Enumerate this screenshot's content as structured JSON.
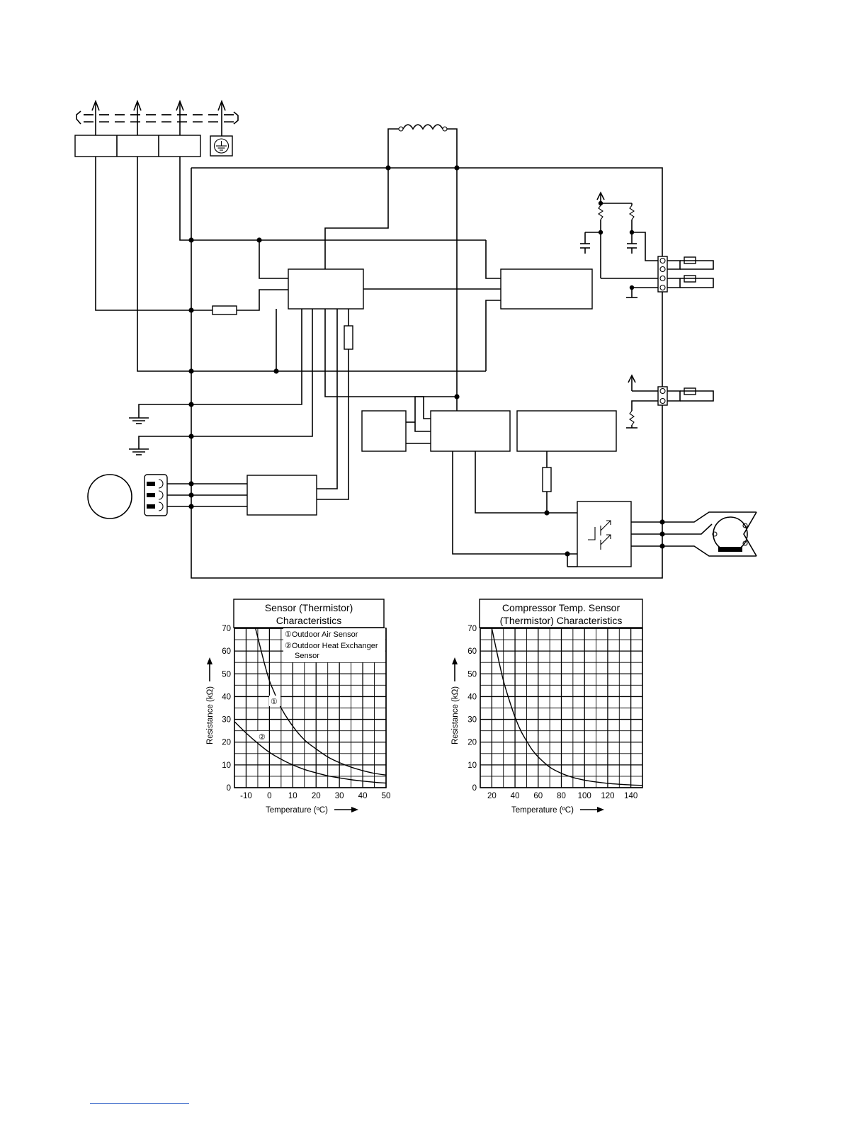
{
  "colors": {
    "ink": "#000000",
    "footer_rule": "#1a4fc0"
  },
  "chart_data": [
    {
      "type": "line",
      "title": "Sensor (Thermistor) Characteristics",
      "xlabel": "Temperature (ºC)",
      "ylabel": "Resistance (kΩ)",
      "xlim": [
        -15,
        50
      ],
      "ylim": [
        0,
        70
      ],
      "x_ticks": [
        -10,
        0,
        10,
        20,
        30,
        40,
        50
      ],
      "y_ticks": [
        0,
        10,
        20,
        30,
        40,
        50,
        60,
        70
      ],
      "grid": true,
      "legend": {
        "placement": "top-right",
        "entries": [
          "①Outdoor Air Sensor",
          "②Outdoor Heat Exchanger Sensor"
        ]
      },
      "series": [
        {
          "name": "①",
          "x": [
            -6,
            -5,
            -2,
            0,
            2,
            5,
            10,
            15,
            20,
            25,
            30,
            35,
            40,
            45,
            50
          ],
          "y": [
            70,
            66,
            54,
            47,
            42,
            35,
            27,
            21,
            17,
            13.5,
            11,
            9,
            7.5,
            6.3,
            5.5
          ]
        },
        {
          "name": "②",
          "x": [
            -15,
            -10,
            -5,
            0,
            5,
            10,
            15,
            20,
            25,
            30,
            35,
            40,
            45,
            50
          ],
          "y": [
            29,
            24,
            19.5,
            15.5,
            12.5,
            10,
            8,
            6.5,
            5.2,
            4.3,
            3.5,
            2.9,
            2.4,
            2
          ]
        }
      ]
    },
    {
      "type": "line",
      "title": "Compressor Temp. Sensor (Thermistor) Characteristics",
      "xlabel": "Temperature (ºC)",
      "ylabel": "Resistance (kΩ)",
      "xlim": [
        10,
        150
      ],
      "ylim": [
        0,
        70
      ],
      "x_ticks": [
        20,
        40,
        60,
        80,
        100,
        120,
        140
      ],
      "y_ticks": [
        0,
        10,
        20,
        30,
        40,
        50,
        60,
        70
      ],
      "grid": true,
      "series": [
        {
          "x": [
            20,
            25,
            30,
            35,
            40,
            45,
            50,
            55,
            60,
            70,
            80,
            90,
            100,
            110,
            120,
            130,
            140,
            150
          ],
          "y": [
            70,
            58,
            47,
            38.5,
            31,
            25,
            20.5,
            16.5,
            13.5,
            9,
            6.3,
            4.5,
            3.3,
            2.5,
            1.9,
            1.5,
            1.2,
            1.0
          ]
        }
      ]
    }
  ]
}
